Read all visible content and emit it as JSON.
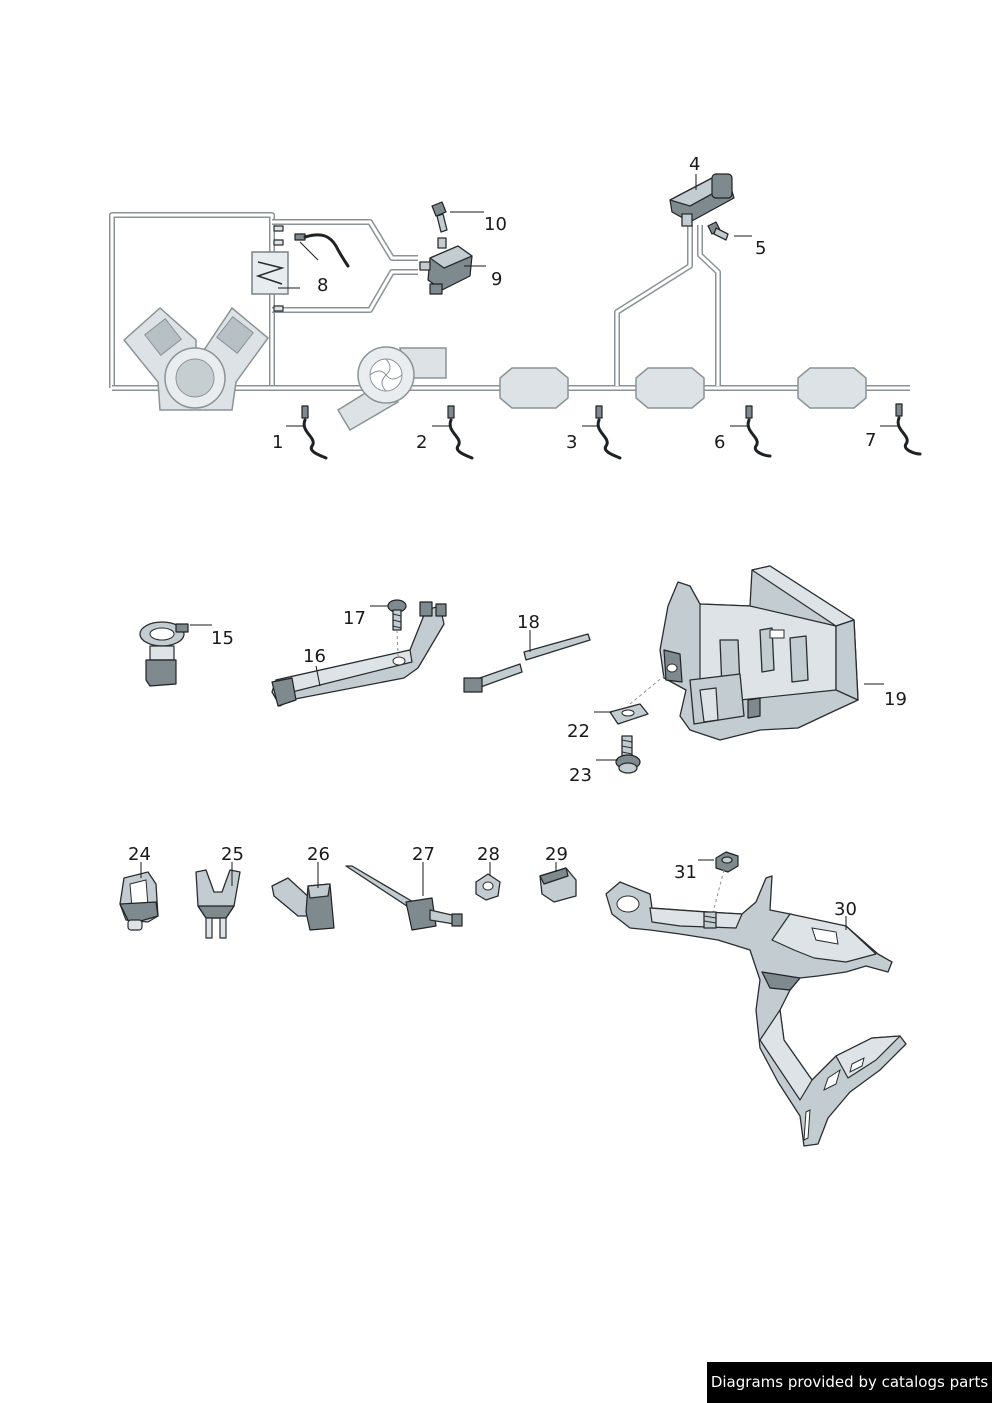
{
  "callouts": {
    "c1": "1",
    "c2": "2",
    "c3": "3",
    "c4": "4",
    "c5": "5",
    "c6": "6",
    "c7": "7",
    "c8": "8",
    "c9": "9",
    "c10": "10",
    "c15": "15",
    "c16": "16",
    "c17": "17",
    "c18": "18",
    "c19": "19",
    "c22": "22",
    "c23": "23",
    "c24": "24",
    "c25": "25",
    "c26": "26",
    "c27": "27",
    "c28": "28",
    "c29": "29",
    "c30": "30",
    "c31": "31"
  },
  "footer": {
    "credit": "Diagrams provided by catalogs parts"
  },
  "colors": {
    "part_fill": "#c3ccd0",
    "outline": "#2a2d2f",
    "pipe": "#8c9396",
    "badge_bg": "#000000"
  },
  "icons": [
    "engine-icon",
    "turbocharger-icon",
    "catalytic-converter-icon",
    "pressure-sensor-icon",
    "temperature-sensor-icon",
    "bracket-icon",
    "cable-tie-icon",
    "clip-icon",
    "bolt-icon",
    "nut-icon"
  ]
}
